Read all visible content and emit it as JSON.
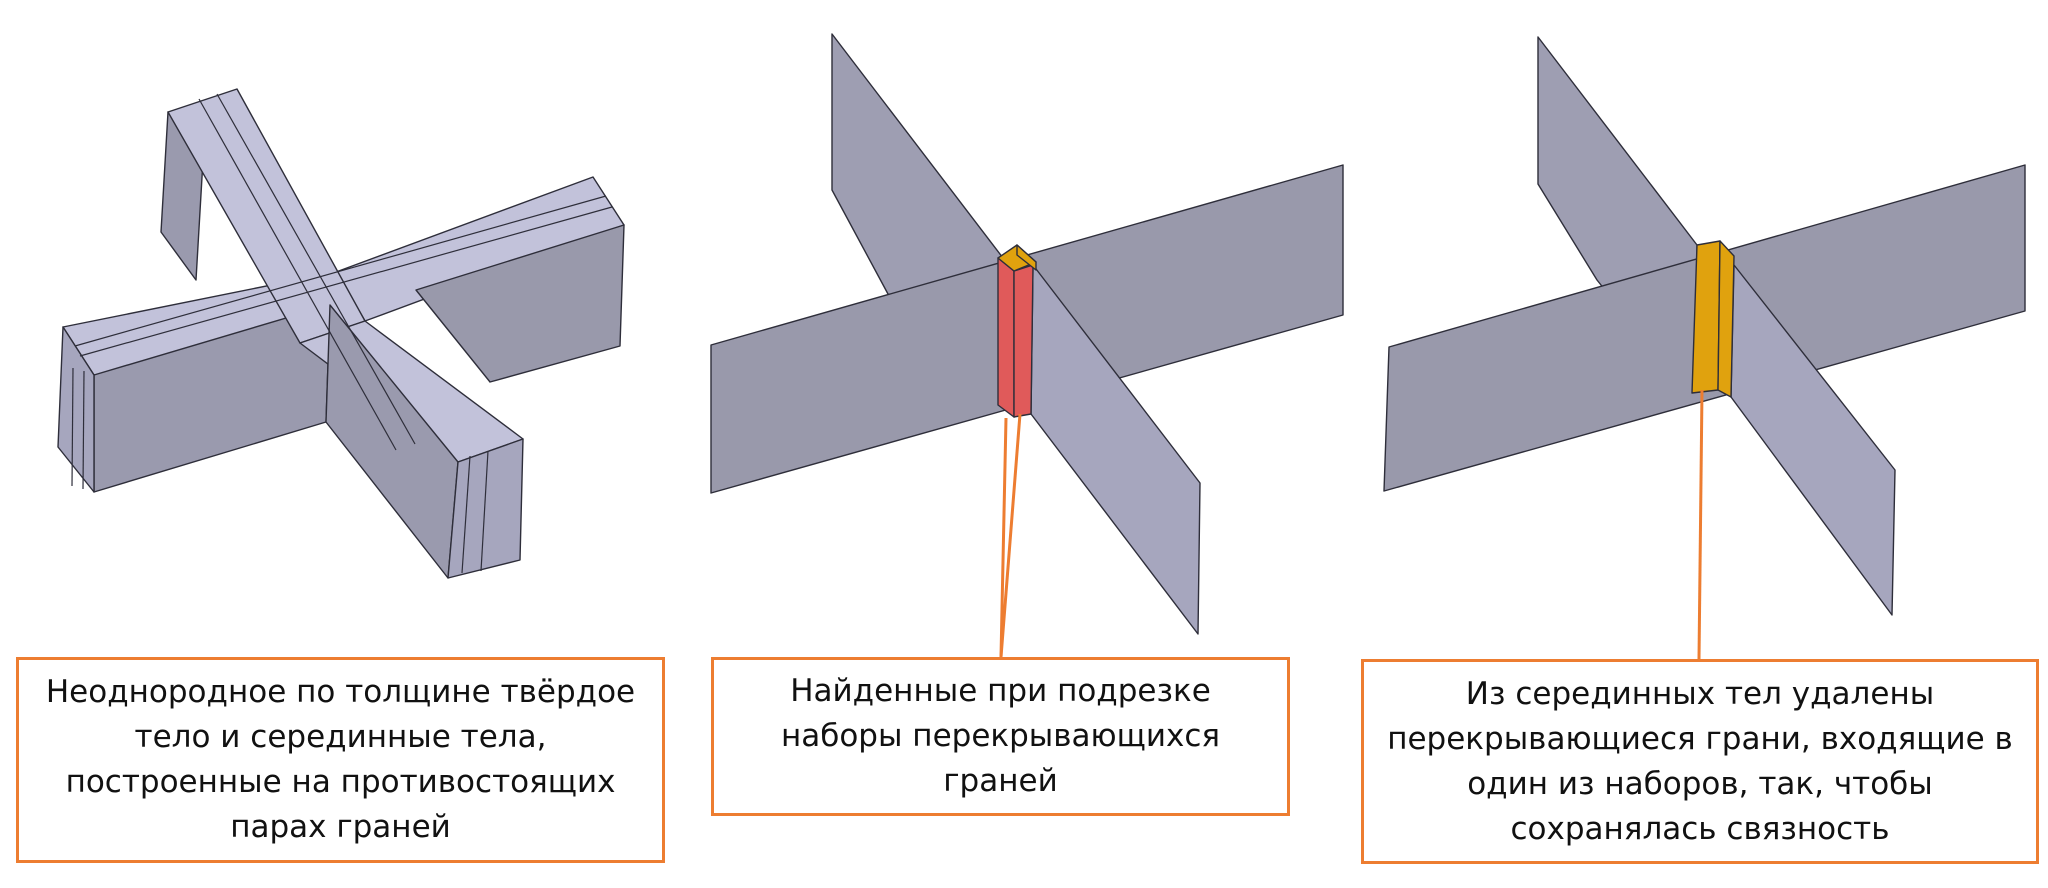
{
  "colors": {
    "face_light": "#C2C2DA",
    "face_mid": "#A6A6BE",
    "face_dark": "#9999AB",
    "edge": "#2E2E3A",
    "highlight_red": "#E05A5A",
    "highlight_orange": "#E0A20E",
    "callout_orange": "#ED7D31"
  },
  "captions": [
    {
      "lines": [
        "Неоднородное по толщине твёрдое",
        "тело и серединные тела,",
        "построенные на противостоящих",
        "парах граней"
      ]
    },
    {
      "lines": [
        "Найденные при подрезке",
        "наборы перекрывающихся",
        "граней"
      ]
    },
    {
      "lines": [
        "Из серединных тел удалены",
        "перекрывающиеся грани, входящие в",
        "один из наборов, так, чтобы",
        "сохранялась связность"
      ]
    }
  ]
}
